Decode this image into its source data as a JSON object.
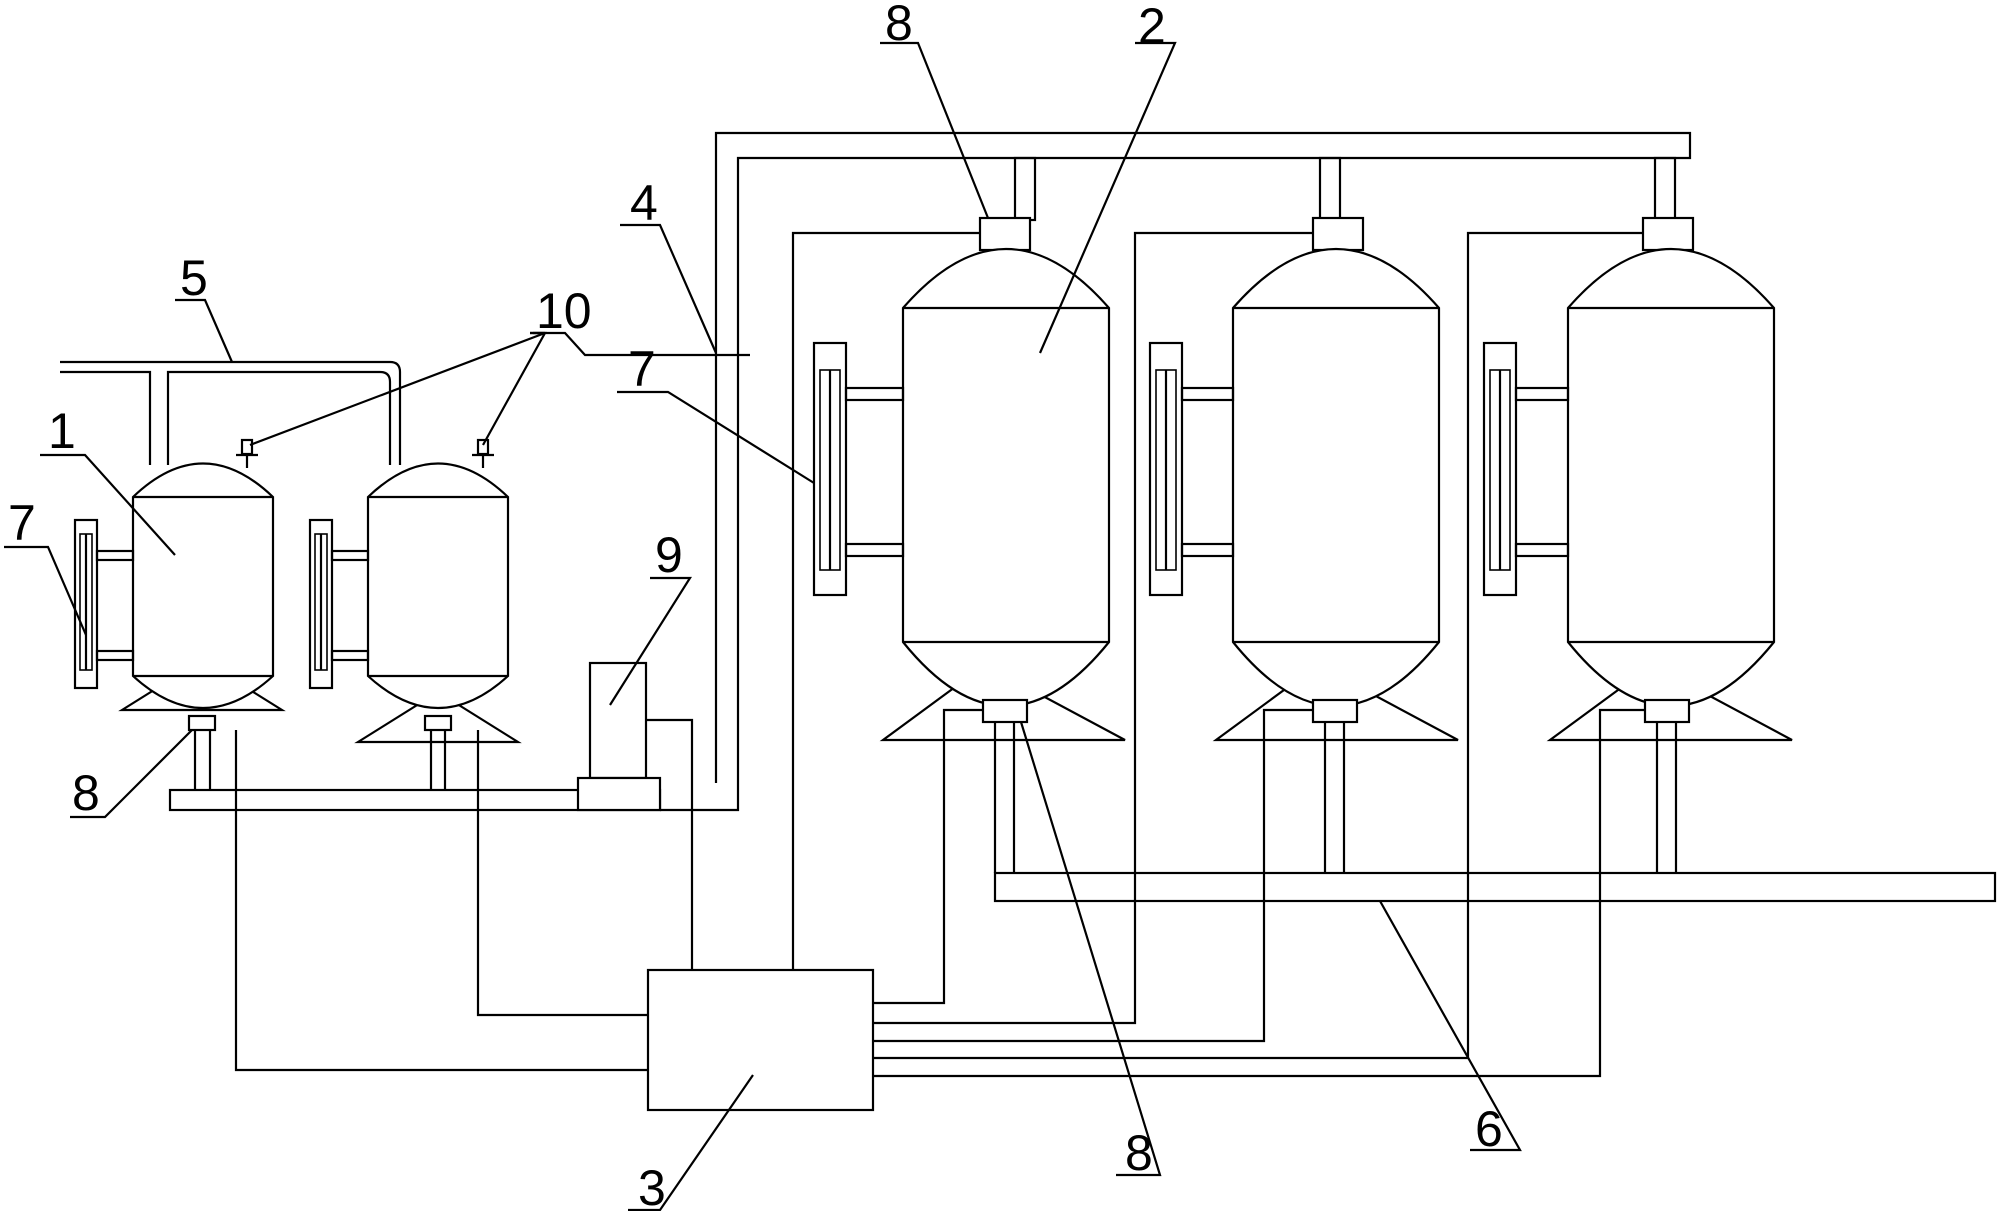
{
  "labels": {
    "l1": "1",
    "l2": "2",
    "l3": "3",
    "l4": "4",
    "l5": "5",
    "l6": "6",
    "l7a": "7",
    "l7b": "7",
    "l8a": "8",
    "l8b": "8",
    "l8c": "8",
    "l9": "9",
    "l10": "10"
  }
}
